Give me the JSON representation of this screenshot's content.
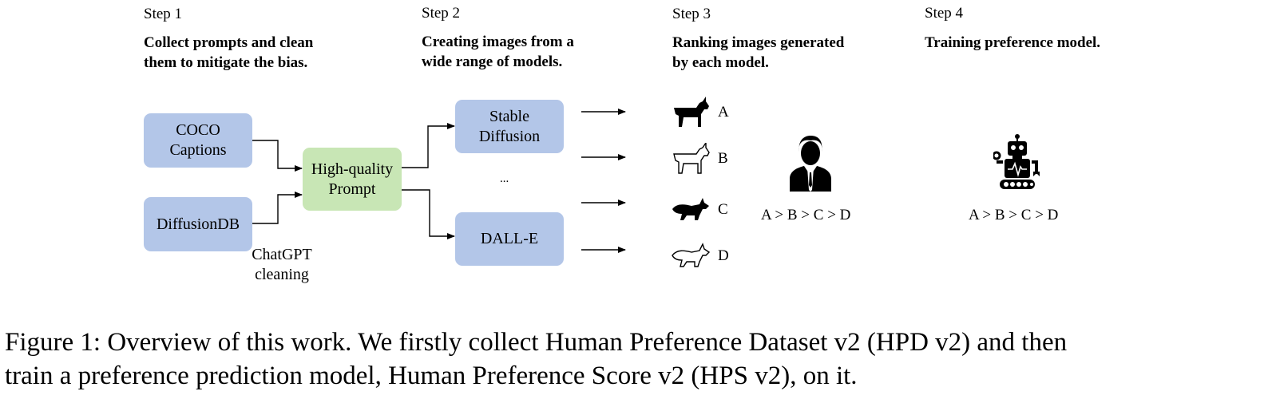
{
  "steps": [
    {
      "label": "Step 1",
      "desc_line1": "Collect prompts and clean",
      "desc_line2": "them to mitigate the bias."
    },
    {
      "label": "Step 2",
      "desc_line1": "Creating images from a",
      "desc_line2": "wide range of models."
    },
    {
      "label": "Step 3",
      "desc_line1": "Ranking images generated",
      "desc_line2": "by each model."
    },
    {
      "label": "Step 4",
      "desc_line1": "Training preference model.",
      "desc_line2": ""
    }
  ],
  "nodes": {
    "coco_line1": "COCO",
    "coco_line2": "Captions",
    "diffusiondb": "DiffusionDB",
    "hq_line1": "High-quality",
    "hq_line2": "Prompt",
    "sd_line1": "Stable",
    "sd_line2": "Diffusion",
    "ellipsis": "...",
    "dalle": "DALL-E",
    "cleaning_line1": "ChatGPT",
    "cleaning_line2": "cleaning"
  },
  "images": [
    {
      "label": "A",
      "icon": "goat-filled-icon"
    },
    {
      "label": "B",
      "icon": "goat-outline-icon"
    },
    {
      "label": "C",
      "icon": "fox-filled-icon"
    },
    {
      "label": "D",
      "icon": "fox-outline-icon"
    }
  ],
  "human_ranking": "A > B > C > D",
  "model_ranking": "A > B > C > D",
  "caption_line1": "Figure 1: Overview of this work. We firstly collect Human Preference Dataset v2 (HPD v2) and then",
  "caption_line2": "train a preference prediction model, Human Preference Score v2 (HPS v2), on it."
}
